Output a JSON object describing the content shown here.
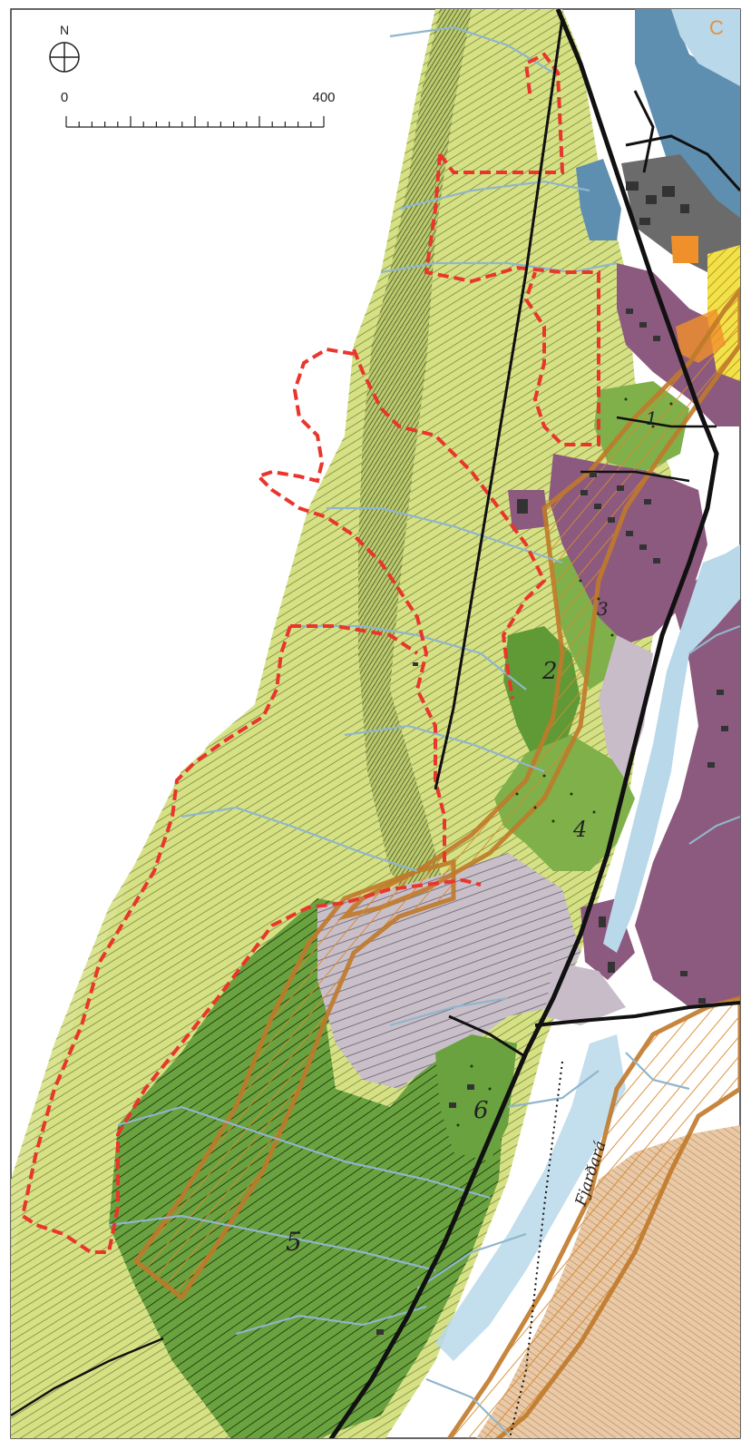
{
  "map": {
    "north_label": "N",
    "scale_start": "0",
    "scale_end": "400",
    "corner_mark": "C",
    "river_label": "Fjarðará",
    "zone_labels": [
      "1",
      "2",
      "3",
      "4",
      "5",
      "6"
    ]
  },
  "colors": {
    "paper": "#ffffff",
    "slope_light": "#d9e38a",
    "slope_mid": "#c8d66e",
    "forest": "#7fb04a",
    "forest_dark": "#5f9a36",
    "residential": "#8c5a7e",
    "industrial": "#5f8fb0",
    "gray_area": "#c8bcc8",
    "water": "#b9d8ea",
    "boundary_red": "#e8362c",
    "hazard_orange": "#c07a2a",
    "road": "#111111",
    "stream": "#8fb6cc",
    "yellow_zone": "#f2e24a",
    "orange_zone": "#f0902a"
  }
}
